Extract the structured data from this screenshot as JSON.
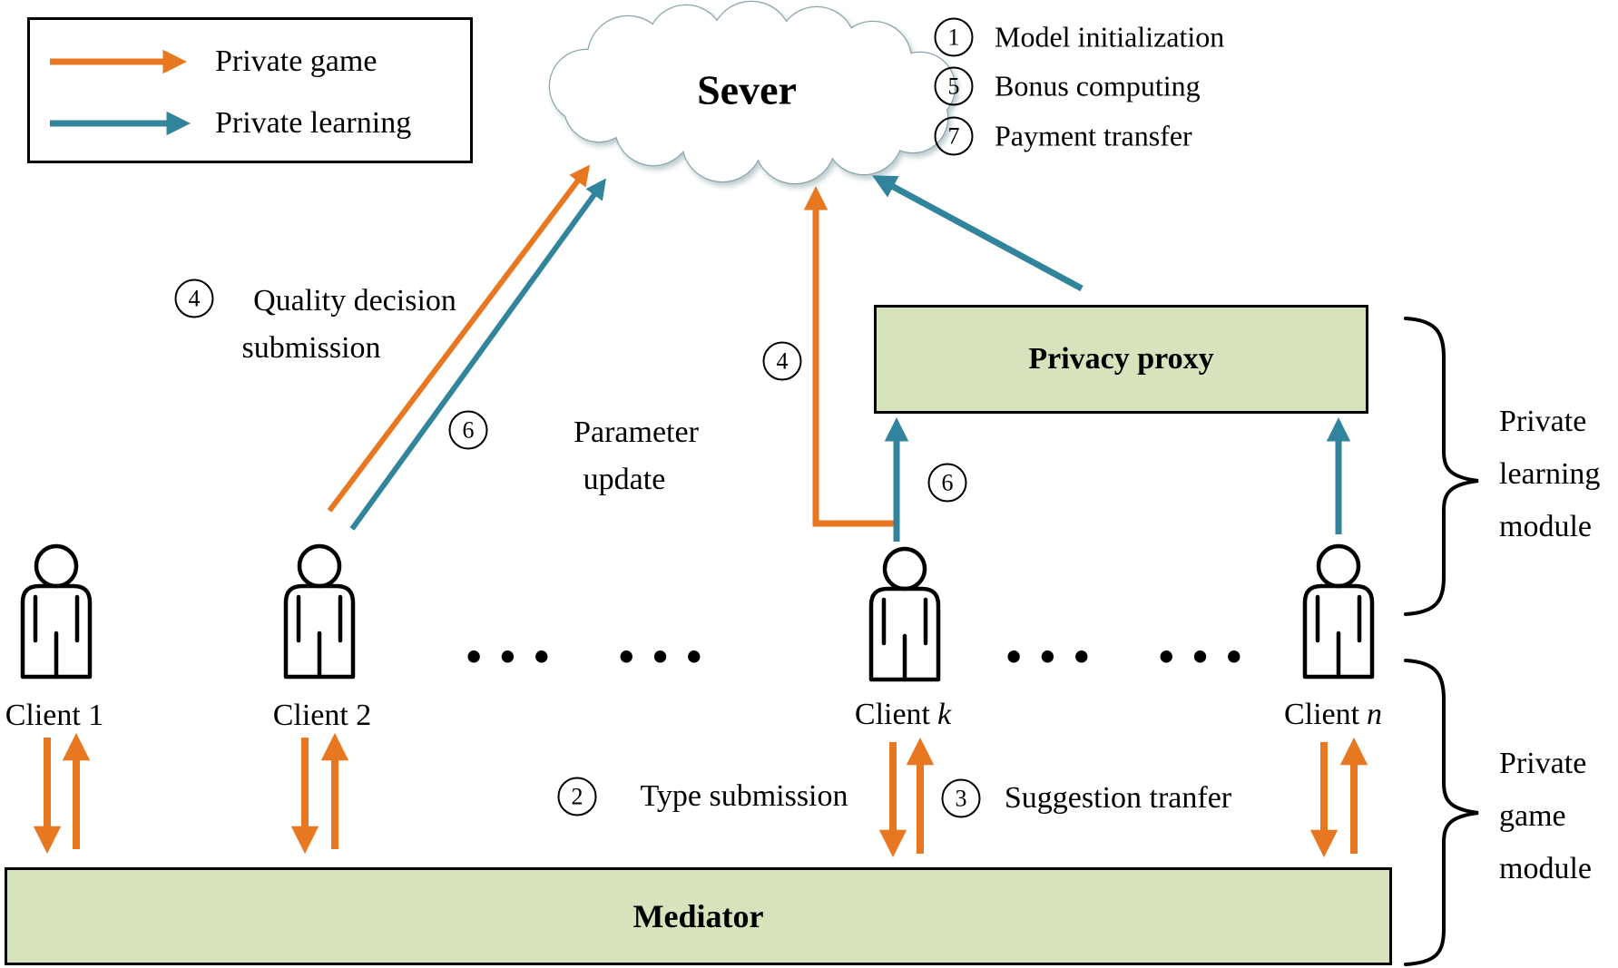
{
  "colors": {
    "orange": "#E87722",
    "teal": "#31849B",
    "box_green": "#D6E3BC"
  },
  "legend": {
    "items": [
      {
        "label": "Private game",
        "color": "#E87722"
      },
      {
        "label": "Private learning",
        "color": "#31849B"
      }
    ]
  },
  "server": {
    "label": "Sever",
    "steps": [
      {
        "num": "1",
        "label": "Model initialization"
      },
      {
        "num": "5",
        "label": "Bonus computing"
      },
      {
        "num": "7",
        "label": "Payment transfer"
      }
    ]
  },
  "steps": {
    "quality_decision": {
      "num": "4",
      "line1": "Quality decision",
      "line2": "submission"
    },
    "parameter_update": {
      "num": "6",
      "line1": "Parameter",
      "line2": "update"
    },
    "proxy_quality": {
      "num": "4"
    },
    "proxy_param": {
      "num": "6"
    },
    "type_submission": {
      "num": "2",
      "label": "Type submission"
    },
    "suggestion_transfer": {
      "num": "3",
      "label": "Suggestion tranfer"
    }
  },
  "privacy_proxy": {
    "label": "Privacy proxy"
  },
  "mediator": {
    "label": "Mediator"
  },
  "clients": [
    {
      "label": "Client 1"
    },
    {
      "label": "Client 2"
    },
    {
      "prefix": "Client",
      "var": "k"
    },
    {
      "prefix": "Client",
      "var": "n"
    }
  ],
  "ellipsis": {
    "left": "••• •••",
    "right": "••• •••"
  },
  "modules": [
    {
      "lines": [
        "Private",
        "learning",
        "module"
      ]
    },
    {
      "lines": [
        "Private",
        "game",
        "module"
      ]
    }
  ]
}
